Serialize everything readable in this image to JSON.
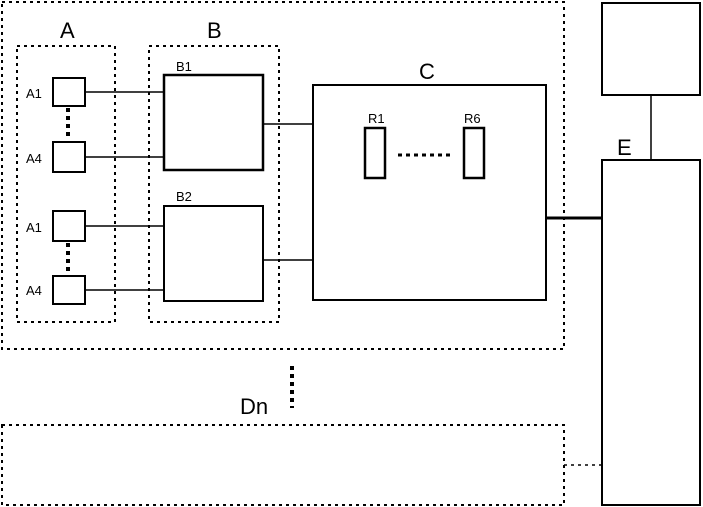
{
  "labels": {
    "group_a": "A",
    "group_b": "B",
    "block_c": "C",
    "block_e": "E",
    "dn": "Dn",
    "b1": "B1",
    "b2": "B2",
    "r1": "R1",
    "r6": "R6",
    "a1_top": "A1",
    "a4_top": "A4",
    "a1_bottom": "A1",
    "a4_bottom": "A4"
  },
  "colors": {
    "stroke": "#000000",
    "background": "#ffffff"
  }
}
